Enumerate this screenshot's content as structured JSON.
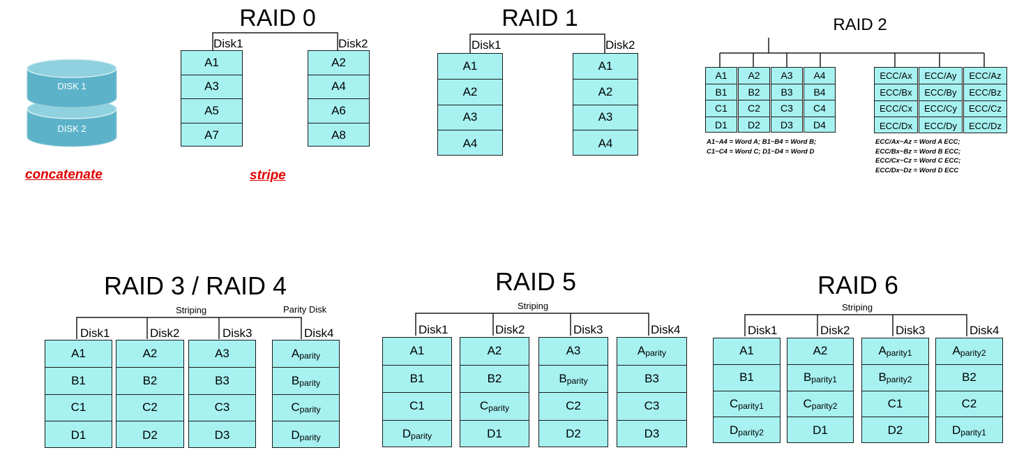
{
  "concat": {
    "disk1": "DISK 1",
    "disk2": "DISK 2",
    "caption": "concatenate",
    "colors": {
      "body": "#5cb3c9",
      "top": "#8fd1de",
      "caption": "#e00000"
    }
  },
  "raid0": {
    "title": "RAID 0",
    "caption": "stripe",
    "disks": [
      {
        "label": "Disk1",
        "cells": [
          "A1",
          "A3",
          "A5",
          "A7"
        ]
      },
      {
        "label": "Disk2",
        "cells": [
          "A2",
          "A4",
          "A6",
          "A8"
        ]
      }
    ]
  },
  "raid1": {
    "title": "RAID 1",
    "disks": [
      {
        "label": "Disk1",
        "cells": [
          "A1",
          "A2",
          "A3",
          "A4"
        ]
      },
      {
        "label": "Disk2",
        "cells": [
          "A1",
          "A2",
          "A3",
          "A4"
        ]
      }
    ]
  },
  "raid2": {
    "title": "RAID 2",
    "data_disks": [
      [
        "A1",
        "B1",
        "C1",
        "D1"
      ],
      [
        "A2",
        "B2",
        "C2",
        "D2"
      ],
      [
        "A3",
        "B3",
        "C3",
        "D3"
      ],
      [
        "A4",
        "B4",
        "C4",
        "D4"
      ]
    ],
    "ecc_disks": [
      [
        "ECC/Ax",
        "ECC/Bx",
        "ECC/Cx",
        "ECC/Dx"
      ],
      [
        "ECC/Ay",
        "ECC/By",
        "ECC/Cy",
        "ECC/Dy"
      ],
      [
        "ECC/Az",
        "ECC/Bz",
        "ECC/Cz",
        "ECC/Dz"
      ]
    ],
    "data_note": "A1~A4 = Word A; B1~B4 = Word B;\nC1~C4 = Word C; D1~D4 = Word D",
    "ecc_note": "ECC/Ax~Az = Word A ECC;\nECC/Bx~Bz = Word B ECC;\nECC/Cx~Cz = Word C ECC;\nECC/Dx~Dz = Word D ECC"
  },
  "raid34": {
    "title": "RAID 3 / RAID 4",
    "striping": "Striping",
    "parity_disk": "Parity Disk",
    "disks": [
      {
        "label": "Disk1",
        "cells": [
          "A1",
          "B1",
          "C1",
          "D1"
        ]
      },
      {
        "label": "Disk2",
        "cells": [
          "A2",
          "B2",
          "C2",
          "D2"
        ]
      },
      {
        "label": "Disk3",
        "cells": [
          "A3",
          "B3",
          "C3",
          "D3"
        ]
      },
      {
        "label": "Disk4",
        "cells": [
          "A|parity",
          "B|parity",
          "C|parity",
          "D|parity"
        ]
      }
    ]
  },
  "raid5": {
    "title": "RAID 5",
    "striping": "Striping",
    "disks": [
      {
        "label": "Disk1",
        "cells": [
          "A1",
          "B1",
          "C1",
          "D|parity"
        ]
      },
      {
        "label": "Disk2",
        "cells": [
          "A2",
          "B2",
          "C|parity",
          "D1"
        ]
      },
      {
        "label": "Disk3",
        "cells": [
          "A3",
          "B|parity",
          "C2",
          "D2"
        ]
      },
      {
        "label": "Disk4",
        "cells": [
          "A|parity",
          "B3",
          "C3",
          "D3"
        ]
      }
    ]
  },
  "raid6": {
    "title": "RAID 6",
    "striping": "Striping",
    "disks": [
      {
        "label": "Disk1",
        "cells": [
          "A1",
          "B1",
          "C|parity1",
          "D|parity2"
        ]
      },
      {
        "label": "Disk2",
        "cells": [
          "A2",
          "B|parity1",
          "C|parity2",
          "D1"
        ]
      },
      {
        "label": "Disk3",
        "cells": [
          "A|parity1",
          "B|parity2",
          "C1",
          "D2"
        ]
      },
      {
        "label": "Disk4",
        "cells": [
          "A|parity2",
          "B2",
          "C2",
          "D|parity1"
        ]
      }
    ]
  },
  "colors": {
    "cell_fill": "#a7f1f1",
    "cell_border": "#1a1a1a",
    "line": "#1a1a1a"
  }
}
